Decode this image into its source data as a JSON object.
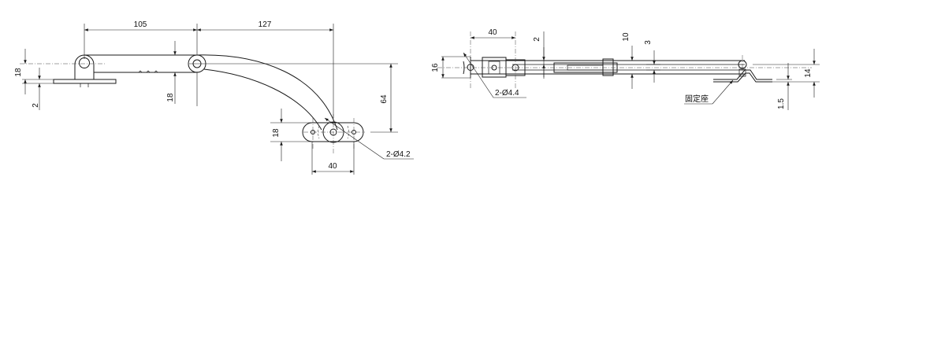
{
  "dimensions": {
    "front_width_left": "105",
    "front_width_right": "127",
    "front_height_left": "18",
    "front_thickness": "2",
    "front_pivot_height": "18",
    "front_drop": "64",
    "front_slot_height": "18",
    "front_slot_width": "40",
    "front_holes": "2-Ø4.2",
    "side_width": "40",
    "side_height": "16",
    "side_plate": "2",
    "side_gap": "10",
    "side_offset": "3",
    "side_holes": "2-Ø4.4",
    "side_bracket_height": "14",
    "side_bracket_thickness": "1.5"
  },
  "labels": {
    "fixed_seat": "固定座"
  }
}
